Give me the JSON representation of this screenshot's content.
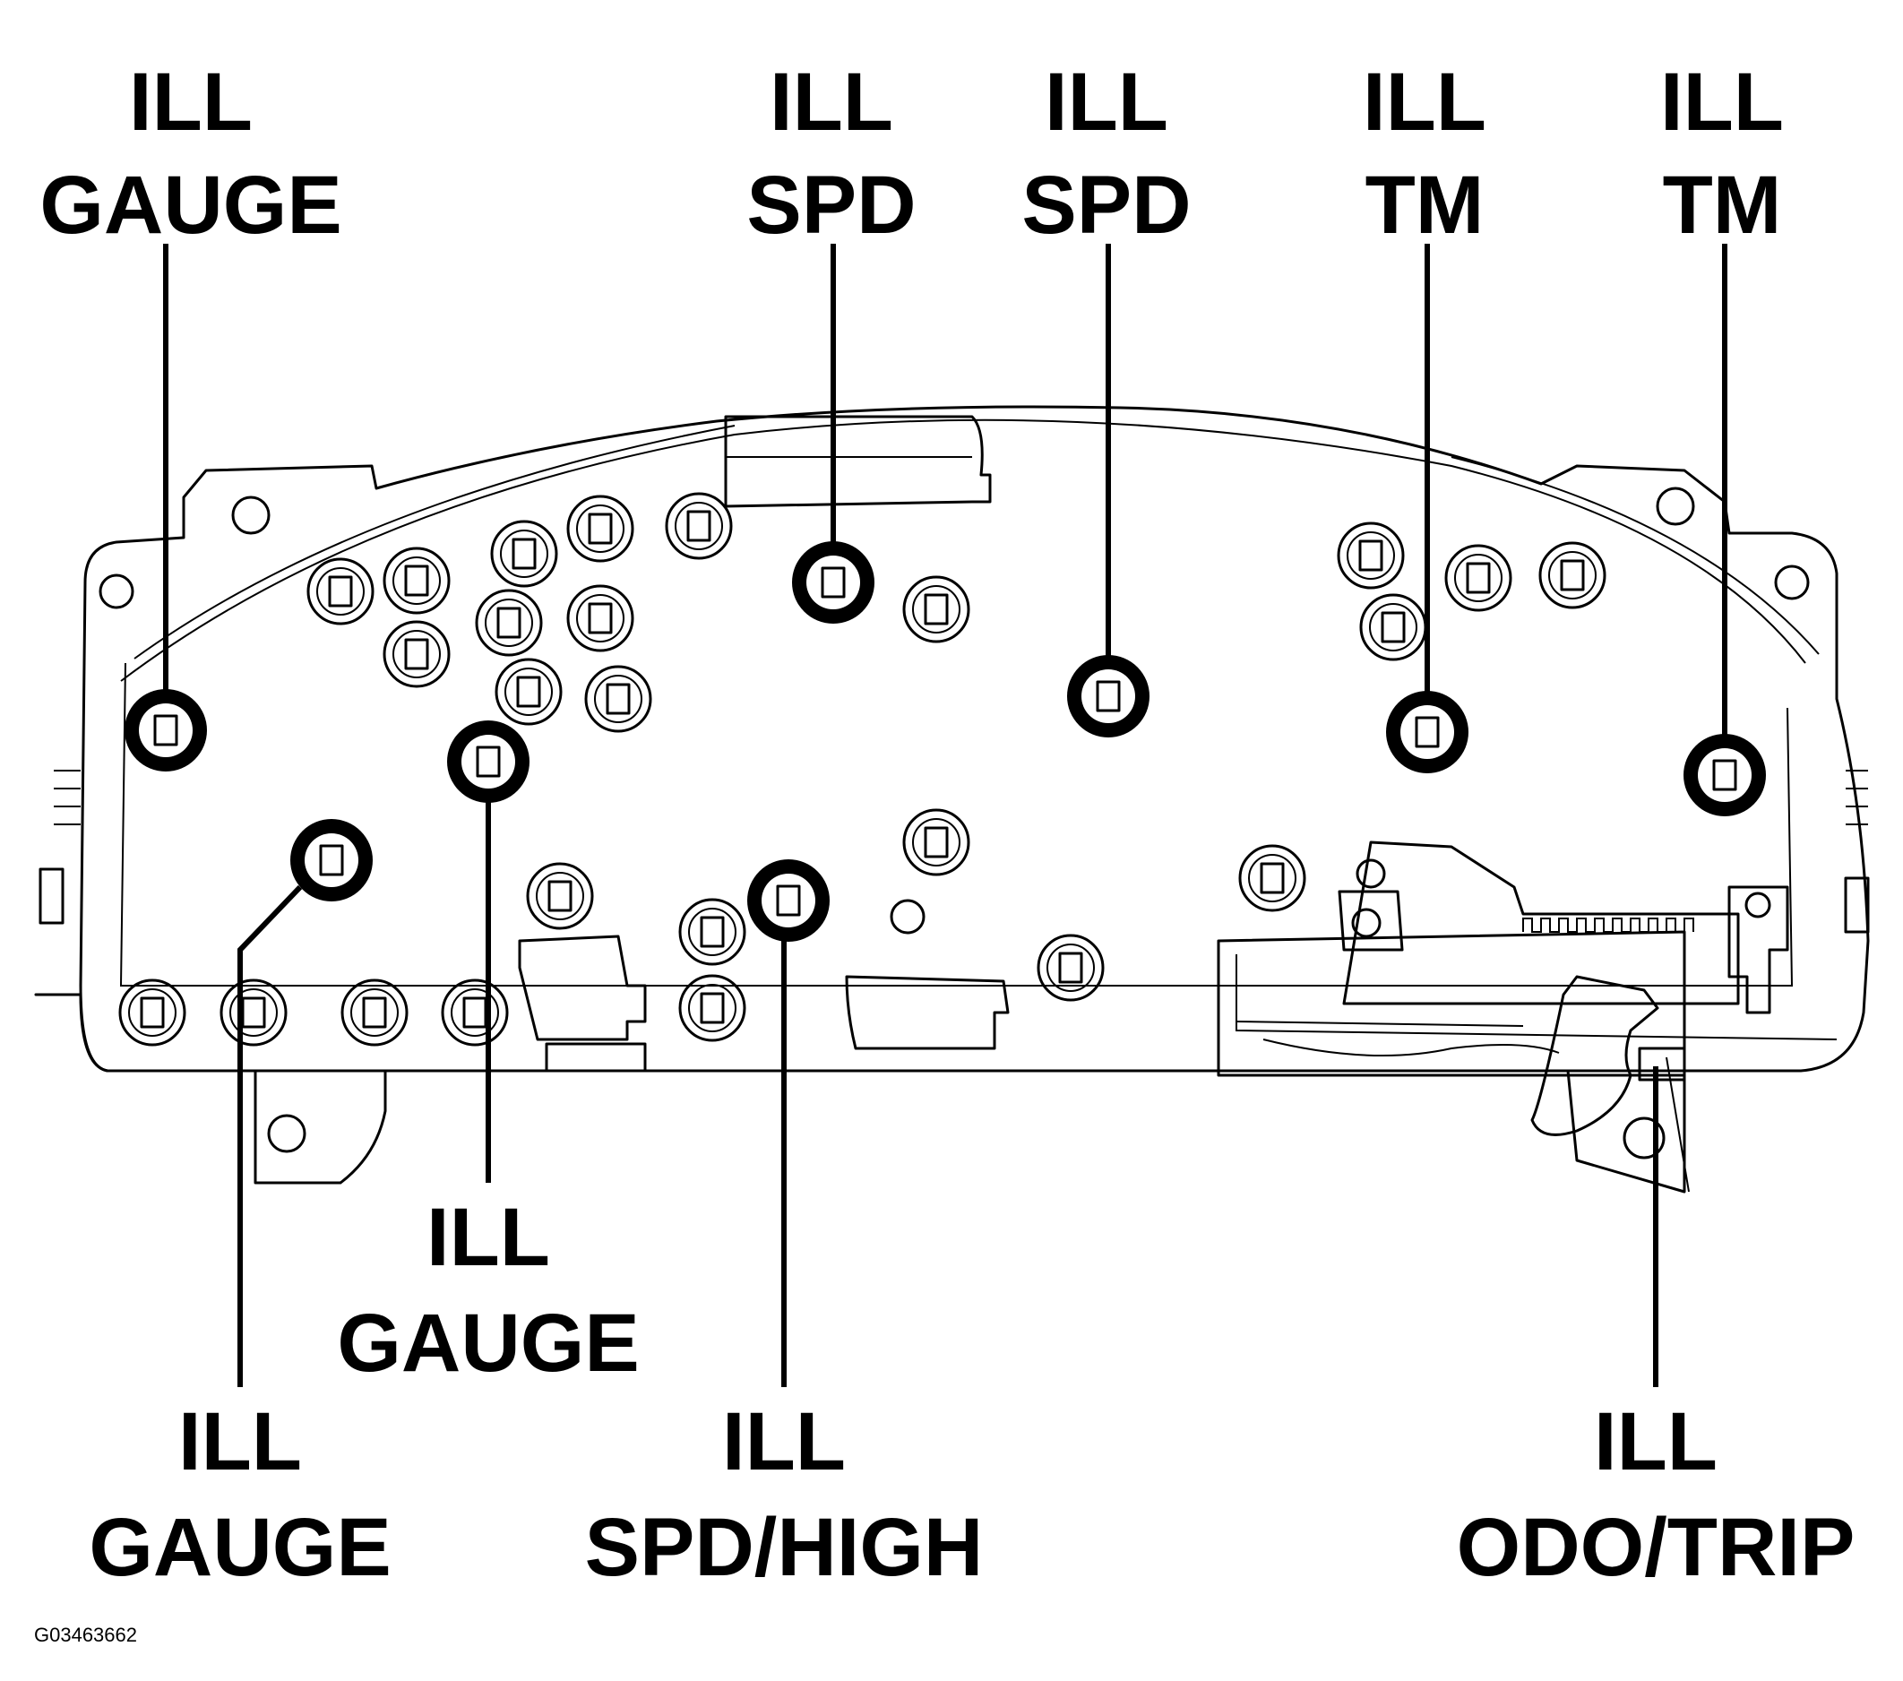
{
  "diagram": {
    "figure_id": "G03463662",
    "callouts": [
      {
        "id": "gauge-left-top",
        "line1": "ILL",
        "line2": "GAUGE"
      },
      {
        "id": "spd-1",
        "line1": "ILL",
        "line2": "SPD"
      },
      {
        "id": "spd-2",
        "line1": "ILL",
        "line2": "SPD"
      },
      {
        "id": "tm-1",
        "line1": "ILL",
        "line2": "TM"
      },
      {
        "id": "tm-2",
        "line1": "ILL",
        "line2": "TM"
      },
      {
        "id": "gauge-center-bottom",
        "line1": "ILL",
        "line2": "GAUGE"
      },
      {
        "id": "gauge-left-bottom",
        "line1": "ILL",
        "line2": "GAUGE"
      },
      {
        "id": "spd-high",
        "line1": "ILL",
        "line2": "SPD/HIGH"
      },
      {
        "id": "odo-trip",
        "line1": "ILL",
        "line2": "ODO/TRIP"
      }
    ]
  }
}
